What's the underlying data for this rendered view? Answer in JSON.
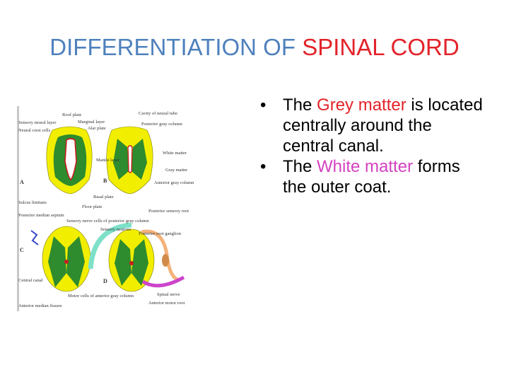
{
  "title": {
    "part1": "DIFFERENTIATION OF ",
    "part2": "SPINAL CORD"
  },
  "bullets": [
    {
      "pre": "The ",
      "highlight": "Grey matter",
      "post": " is located centrally around the central canal."
    },
    {
      "pre": "The ",
      "highlight": "White matter",
      "post": " forms the outer coat."
    }
  ],
  "figure": {
    "labels": {
      "sensory_neural_layer": "Sensory neural layer",
      "neural_crest_cells": "Neural crest cells",
      "roof_plate": "Roof plate",
      "marginal_layer": "Marginal layer",
      "alar_plate": "Alar plate",
      "cavity_neural_tube": "Cavity of neural tube",
      "posterior_gray_column": "Posterior gray column",
      "white_matter": "White matter",
      "mantle_layer": "Mantle layer",
      "gray_matter": "Gray matter",
      "anterior_gray_column": "Anterior gray column",
      "sulcus_limitans": "Sulcus limitans",
      "basal_plate": "Basal plate",
      "floor_plate": "Floor plate",
      "posterior_median_septum": "Posterior median septum",
      "posterior_sensory_root": "Posterior sensory root",
      "sensory_nerve_cells": "Sensory nerve cells of posterior gray column",
      "sensory_neurons": "Sensory neurons",
      "posterior_root_ganglion": "Posterior root ganglion",
      "central_canal": "Central canal",
      "spinal_nerve": "Spinal nerve",
      "motor_cells": "Motor cells of anterior gray column",
      "anterior_motor_root": "Anterior motor root",
      "anterior_median_fissure": "Anterior median fissure",
      "letter_a": "A",
      "letter_b": "B",
      "letter_c": "C",
      "letter_d": "D"
    }
  },
  "colors": {
    "title_blue": "#4f81bd",
    "title_red": "#e3232a",
    "grey_matter": "#e3232a",
    "white_matter": "#d441c0"
  }
}
